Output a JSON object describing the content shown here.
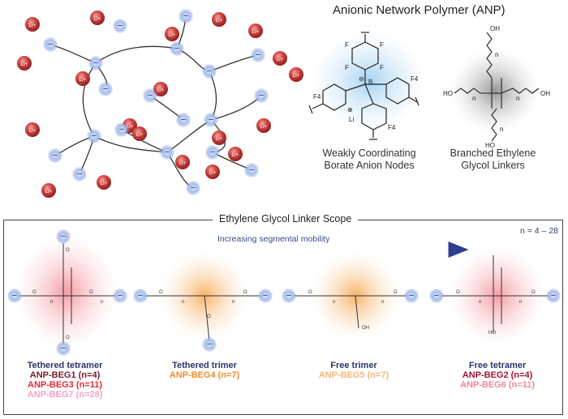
{
  "title": "Anionic Network Polymer (ANP)",
  "nodes_caption_1": "Weakly Coordinating",
  "nodes_caption_2": "Borate Anion Nodes",
  "linkers_caption_1": "Branched Ethylene",
  "linkers_caption_2": "Glycol Linkers",
  "scope_title": "Ethylene Glycol Linker Scope",
  "n_range": "n = 4 – 28",
  "arrow_label": "Increasing segmental mobility",
  "cation_symbol": "Li+",
  "anion_symbol": "−",
  "structure_labels": {
    "F": "F",
    "F4": "F4",
    "OH": "OH",
    "HO": "HO",
    "n": "n",
    "O": "O",
    "B": "B",
    "anion": "⊖",
    "cation": "⊕",
    "Li": "Li"
  },
  "groups": [
    {
      "name": "Tethered tetramer",
      "labels": [
        {
          "text": "ANP-BEG1 (n=4)",
          "color": "#7a1a2e"
        },
        {
          "text": "ANP-BEG3 (n=11)",
          "color": "#e8273a"
        },
        {
          "text": "ANP-BEG7 (n=28)",
          "color": "#f4a0c8"
        }
      ]
    },
    {
      "name": "Tethered trimer",
      "labels": [
        {
          "text": "ANP-BEG4 (n=7)",
          "color": "#f28c28"
        }
      ]
    },
    {
      "name": "Free trimer",
      "labels": [
        {
          "text": "ANP-BEG5 (n=7)",
          "color": "#f7b87a"
        }
      ]
    },
    {
      "name": "Free tetramer",
      "labels": [
        {
          "text": "ANP-BEG2 (n=4)",
          "color": "#a31530"
        },
        {
          "text": "ANP-BEG6 (n=11)",
          "color": "#f08a96"
        }
      ]
    }
  ],
  "colors": {
    "anion_glow": "#6a8fd8",
    "lithium": "#c8383a",
    "borate_glow": "#8ec3ec",
    "linker_glow": "#9a9a9a",
    "tetramer_glow": "#f07a86",
    "trimer_glow": "#f6a24a",
    "arrow": "#2f3f8f"
  }
}
